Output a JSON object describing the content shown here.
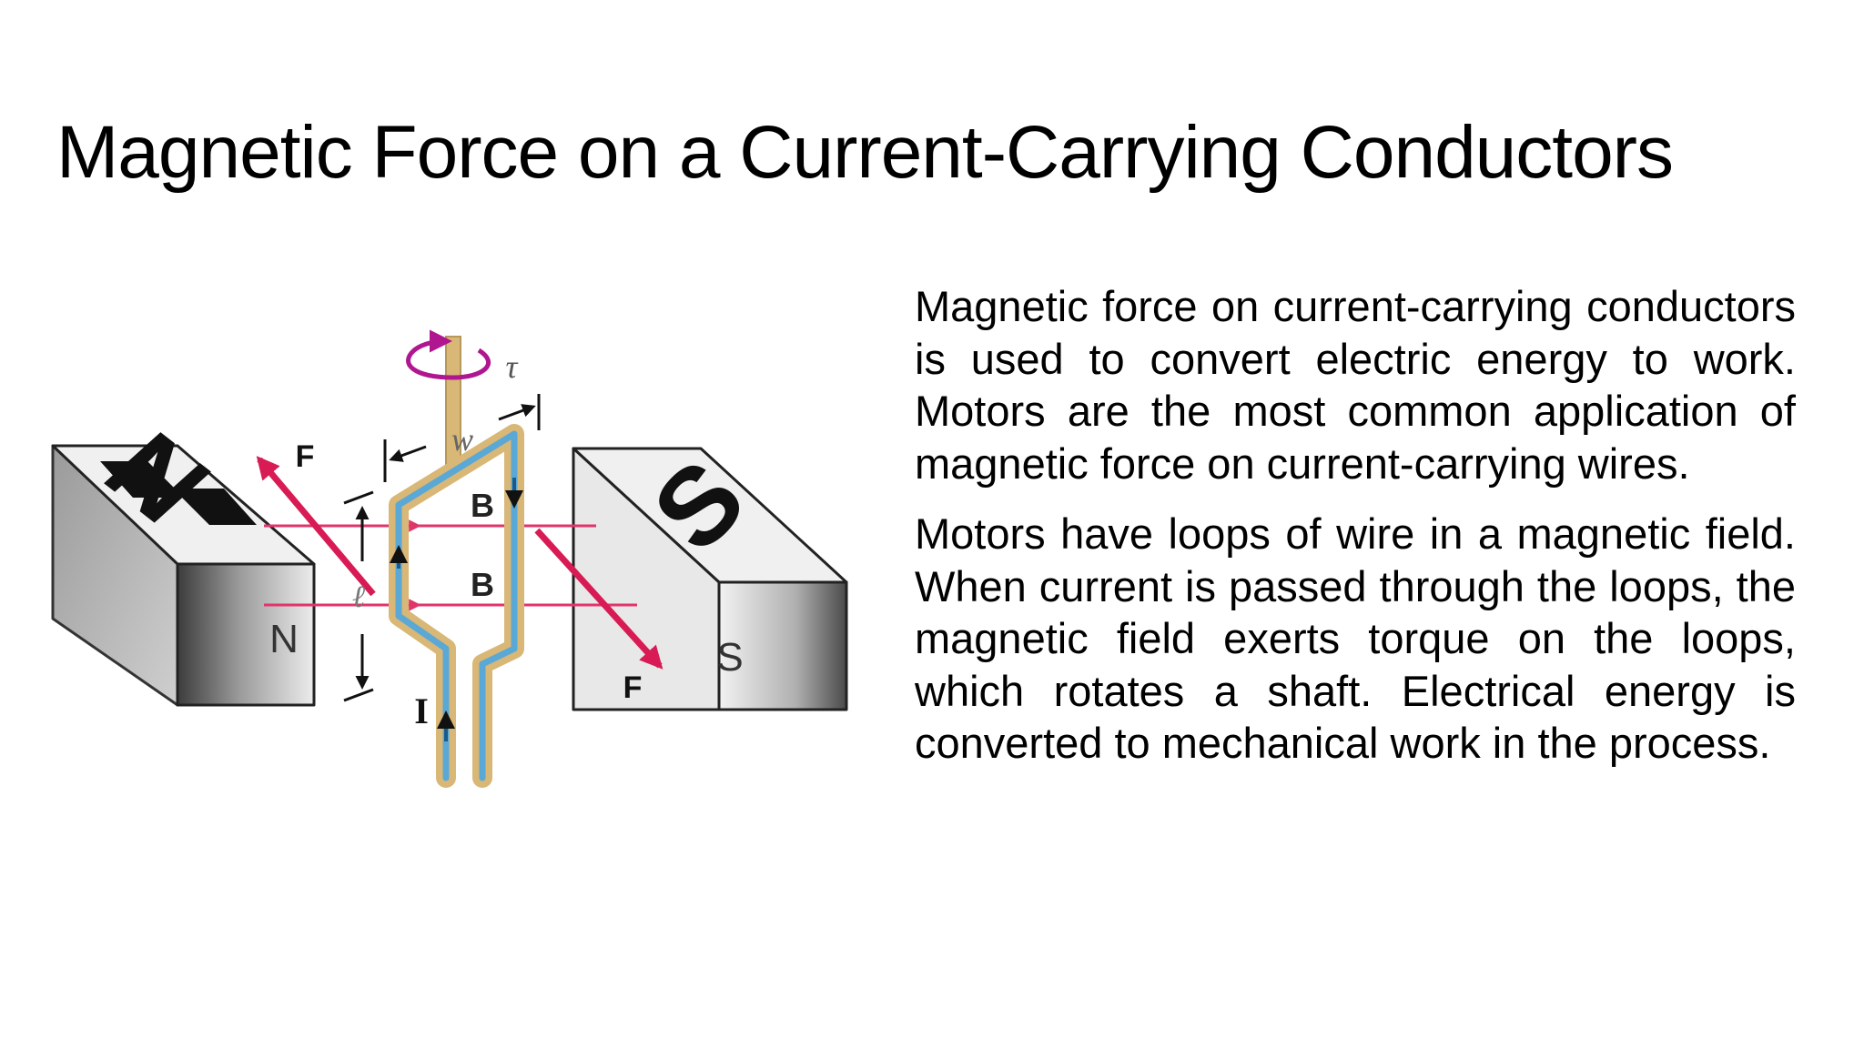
{
  "slide": {
    "title": "Magnetic Force on a Current-Carrying Conductors",
    "paragraphs": [
      "Magnetic force on current-carrying conductors is used to convert electric energy to work. Motors are the most common application of magnetic force on current-carrying wires.",
      "Motors have loops of wire in a magnetic field. When current is passed through the loops, the magnetic field exerts torque on the loops, which rotates a shaft. Electrical energy is converted to mechanical work in the process."
    ]
  },
  "diagram": {
    "magnet_left_top_letter": "N",
    "magnet_left_side_letter": "N",
    "magnet_right_top_letter": "S",
    "magnet_right_side_letter": "S",
    "force_label_top": "F",
    "force_label_bottom": "F",
    "field_label_upper": "B",
    "field_label_lower": "B",
    "current_label": "I",
    "length_label": "ℓ",
    "width_label": "w",
    "torque_label": "τ",
    "colors": {
      "field_lines": "#e0356b",
      "force_arrows": "#d81b55",
      "wire_outer": "#d8b777",
      "wire_inner": "#5aa8d6",
      "torque_arrow": "#b0168f"
    }
  }
}
